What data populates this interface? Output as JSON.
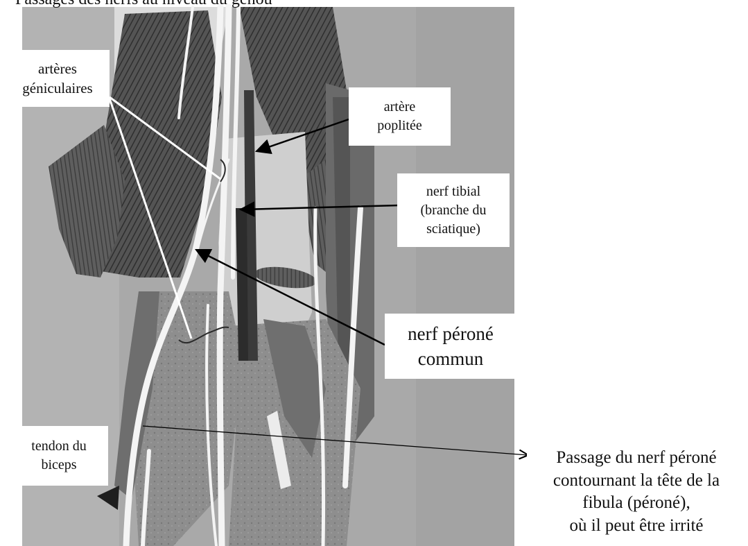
{
  "title": "Passages des nerfs au niveau du genou",
  "labels": {
    "arteres_geniculaires": [
      "artères",
      "géniculaires"
    ],
    "artere_poplitee": [
      "artère",
      "poplitée"
    ],
    "nerf_tibial": [
      "nerf tibial",
      "(branche du",
      "sciatique)"
    ],
    "nerf_perone_commun": [
      "nerf péroné",
      "commun"
    ],
    "tendon_biceps": [
      "tendon du",
      "biceps"
    ],
    "passage_nerf_perone": [
      "Passage du nerf péroné",
      "contournant la tête de la",
      "fibula (péroné),",
      "où il peut être irrité"
    ]
  },
  "colors": {
    "background": "#ffffff",
    "photo_gray": "#a9a9a9",
    "muscle_dark": "#3f3f3f",
    "nerve_white": "#f4f4f4",
    "arrow_black": "#000000"
  }
}
